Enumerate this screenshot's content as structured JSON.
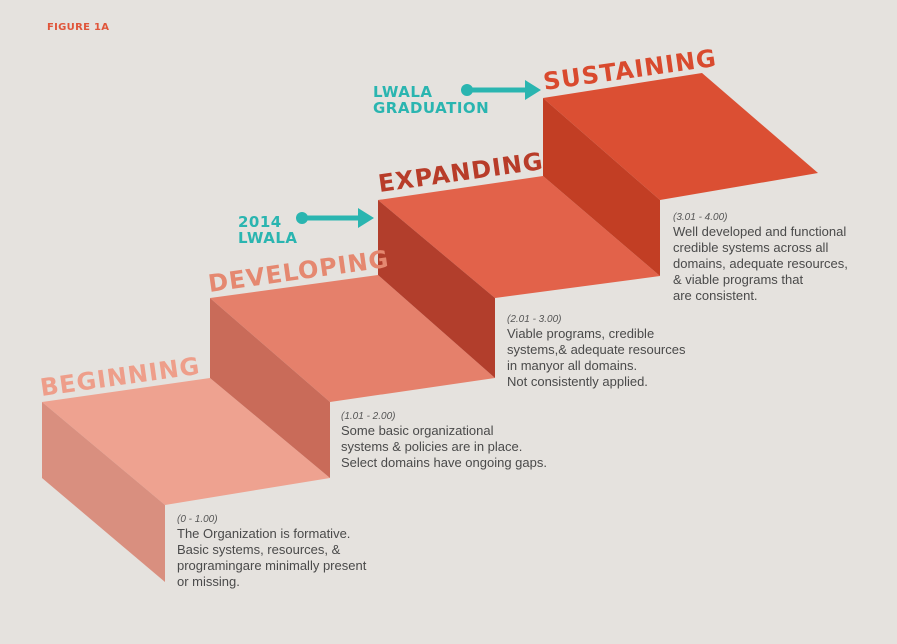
{
  "figure_label": "FIGURE 1A",
  "colors": {
    "background": "#e5e2de",
    "accent_teal": "#2ab5b0",
    "step1_top": "#eea290",
    "step1_front": "#d98f7f",
    "step2_top": "#e5806b",
    "step2_front": "#c96b59",
    "step3_top": "#e2624a",
    "step3_front": "#b23e2c",
    "step4_top": "#db4f33",
    "step4_front": "#c23e24"
  },
  "stages": [
    {
      "title": "BEGINNING",
      "title_color": "#ee9e8a",
      "range": "(0 - 1.00)",
      "description": "The Organization is formative.\nBasic systems, resources, &\nprogramingare minimally present\nor missing."
    },
    {
      "title": "DEVELOPING",
      "title_color": "#e58870",
      "range": "(1.01 - 2.00)",
      "description": "Some basic organizational\nsystems & policies are in place.\nSelect domains have ongoing gaps."
    },
    {
      "title": "EXPANDING",
      "title_color": "#b83c29",
      "range": "(2.01 - 3.00)",
      "description": "Viable programs, credible\nsystems,& adequate resources\nin manyor all domains.\nNot consistently applied."
    },
    {
      "title": "SUSTAINING",
      "title_color": "#d94a2e",
      "range": "(3.01 - 4.00)",
      "description": "Well developed and functional\ncredible systems across all\ndomains, adequate resources,\n& viable programs that\nare consistent."
    }
  ],
  "markers": [
    {
      "line1": "2014",
      "line2": "LWALA"
    },
    {
      "line1": "LWALA",
      "line2": "GRADUATION"
    }
  ]
}
